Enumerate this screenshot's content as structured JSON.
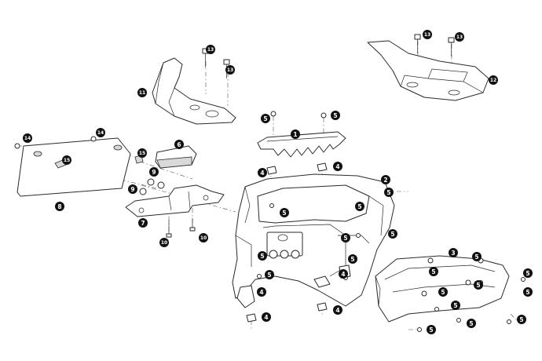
{
  "callouts": {
    "c1": "1",
    "c2": "2",
    "c3": "3",
    "c4": "4",
    "c5": "5",
    "c6": "6",
    "c7": "7",
    "c8": "8",
    "c9": "9",
    "c10": "10",
    "c11": "11",
    "c12": "12",
    "c13": "13",
    "c14": "14",
    "c15": "15"
  },
  "colors": {
    "callout_fill": "#111111",
    "callout_text": "#ffffff",
    "line": "#2a2a2a",
    "shade": "#d9d9d9"
  }
}
